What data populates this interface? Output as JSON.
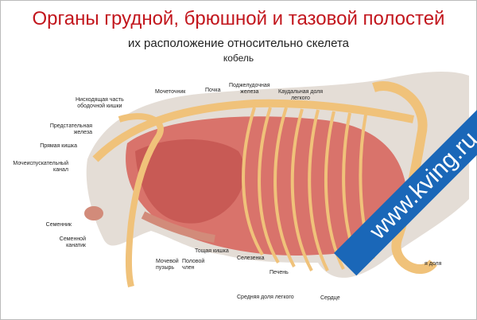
{
  "header": {
    "title": "Органы грудной, брюшной и тазовой полостей",
    "subtitle": "их расположение относительно скелета",
    "subject": "кобель"
  },
  "labels": {
    "descending_colon": "Нисходящая часть\nободочной кишки",
    "prostate": "Предстательная\nжелеза",
    "rectum": "Прямая кишка",
    "urethra": "Мочеиспускательный\nканал",
    "ureter": "Мочеточник",
    "kidney": "Почка",
    "pancreas": "Поджелудочная\nжелеза",
    "caudal_lung_lobe": "Каудальная доля\nлегкого",
    "testis": "Семенник",
    "spermatic_cord": "Семенной\nканатик",
    "bladder": "Мочевой\nпузырь",
    "penis": "Половой\nчлен",
    "jejunum": "Тощая кишка",
    "spleen": "Селезенка",
    "liver": "Печень",
    "middle_lung_lobe": "Средняя доля легкого",
    "heart": "Сердце",
    "cranial_lobe_partial": "я доля"
  },
  "watermark": "www.kving.ru",
  "colors": {
    "title": "#c2161d",
    "watermark": "#1a67b8",
    "bone": "#f0c27a",
    "organ": "#d9736b",
    "body": "#e4ddd6"
  }
}
